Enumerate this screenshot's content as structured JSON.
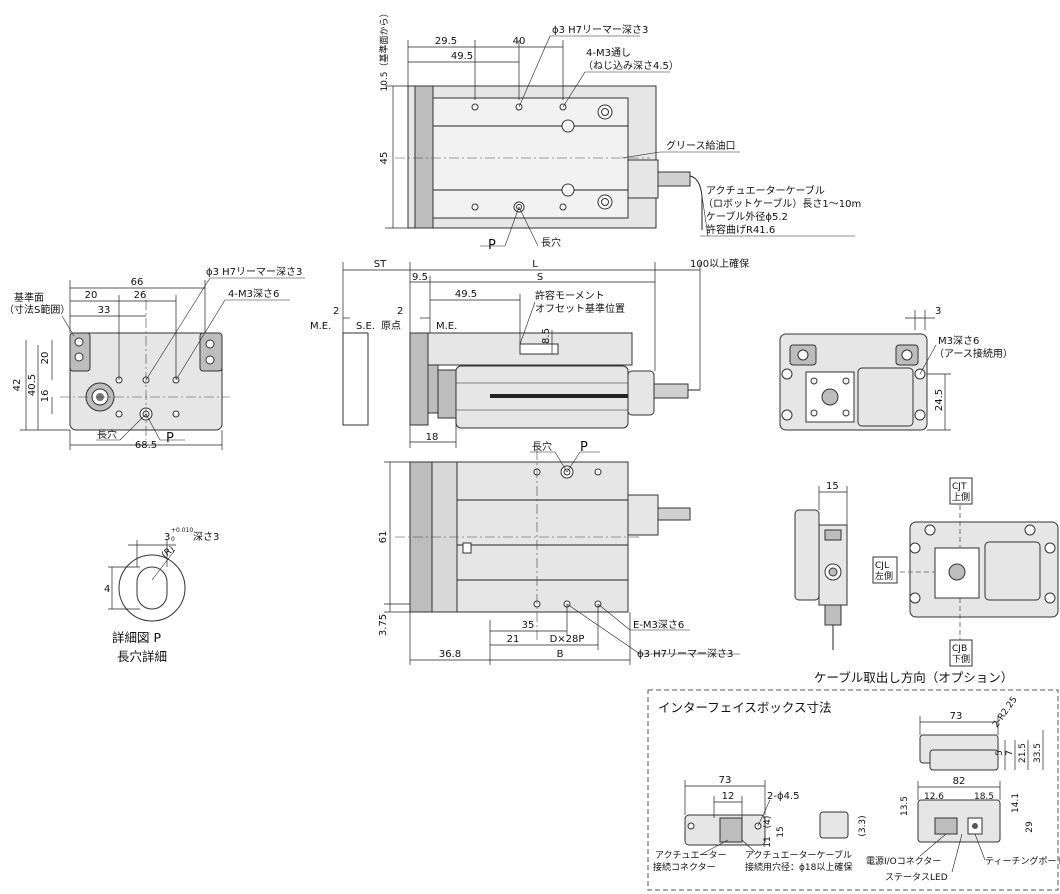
{
  "top_view": {
    "dims": {
      "d29_5": "29.5",
      "d40": "40",
      "d49_5": "49.5",
      "d45": "45",
      "d10_5": "10.5（基準面から）"
    },
    "callouts": {
      "reamer": "ϕ3 H7リーマー深さ3",
      "m3_through": "4-M3通し",
      "m3_through_sub": "（ねじ込み深さ4.5）",
      "grease": "グリース給油口",
      "cable1": "アクチュエーターケーブル",
      "cable2": "（ロボットケーブル）長さ1～10m",
      "cable3": "ケーブル外径ϕ5.2",
      "cable4": "許容曲げR41.6",
      "p": "P",
      "slot": "長穴"
    }
  },
  "side_view": {
    "labels": {
      "st": "ST",
      "l": "L",
      "s": "S",
      "d9_5": "9.5",
      "d49_5": "49.5",
      "d100": "100以上確保",
      "d2a": "2",
      "d2b": "2",
      "me1": "M.E.",
      "se": "S.E.",
      "origin": "原点",
      "me2": "M.E.",
      "moment1": "許容モーメント",
      "moment2": "オフセット基準位置",
      "d8_5": "8.5",
      "d18": "18"
    }
  },
  "end_view": {
    "labels": {
      "d66": "66",
      "d20": "20",
      "d26": "26",
      "d33": "33",
      "ref1": "基準面",
      "ref2": "（寸法S範囲）",
      "reamer": "ϕ3 H7リーマー深さ3",
      "m3": "4-M3深さ6",
      "d42": "42",
      "d40_5": "40.5",
      "d20v": "20",
      "d16": "16",
      "slot": "長穴",
      "p": "P",
      "d68_5": "68.5"
    }
  },
  "bottom_view": {
    "labels": {
      "slot": "長穴",
      "p": "P",
      "d61": "61",
      "d3_75": "3.75",
      "d35": "35",
      "d21": "21",
      "dx28p": "D×28P",
      "b": "B",
      "d36_8": "36.8",
      "em3": "E-M3深さ6",
      "reamer": "ϕ3 H7リーマー深さ3"
    }
  },
  "detail_p": {
    "title1": "詳細図 P",
    "title2": "長穴詳細",
    "r": "(R)",
    "d4": "4",
    "dim": "3",
    "tol": "+0.010",
    "tol0": "0",
    "depth": "深さ3"
  },
  "motor_end": {
    "d3": "3",
    "m3a": "M3深さ6",
    "m3b": "（アース接続用）",
    "d24_5": "24.5"
  },
  "option": {
    "d15": "15",
    "cjt1": "CJT",
    "cjt2": "上側",
    "cjl1": "CJL",
    "cjl2": "左側",
    "cjb1": "CJB",
    "cjb2": "下側",
    "title": "ケーブル取出し方向（オプション）"
  },
  "interface_box": {
    "title": "インターフェイスボックス寸法",
    "d73a": "73",
    "d2r": "2-R2.25",
    "d5": "5",
    "d7": "7",
    "d21_5": "21.5",
    "d33_5": "33.5",
    "d73b": "73",
    "d12": "12",
    "d2phi": "2-ϕ4.5",
    "d4": "(4)",
    "d11": "11",
    "d15": "15",
    "d3_3": "(3.3)",
    "d82": "82",
    "d12_6": "12.6",
    "d18_5": "18.5",
    "d13_5": "13.5",
    "d14_1": "14.1",
    "d29": "29",
    "act1": "アクチュエーター",
    "act2": "接続コネクター",
    "cab1": "アクチュエーターケーブル",
    "cab2": "接続用穴径：ϕ18以上確保",
    "power": "電源I/Oコネクター",
    "status": "ステータスLED",
    "teach": "ティーチングポート"
  }
}
